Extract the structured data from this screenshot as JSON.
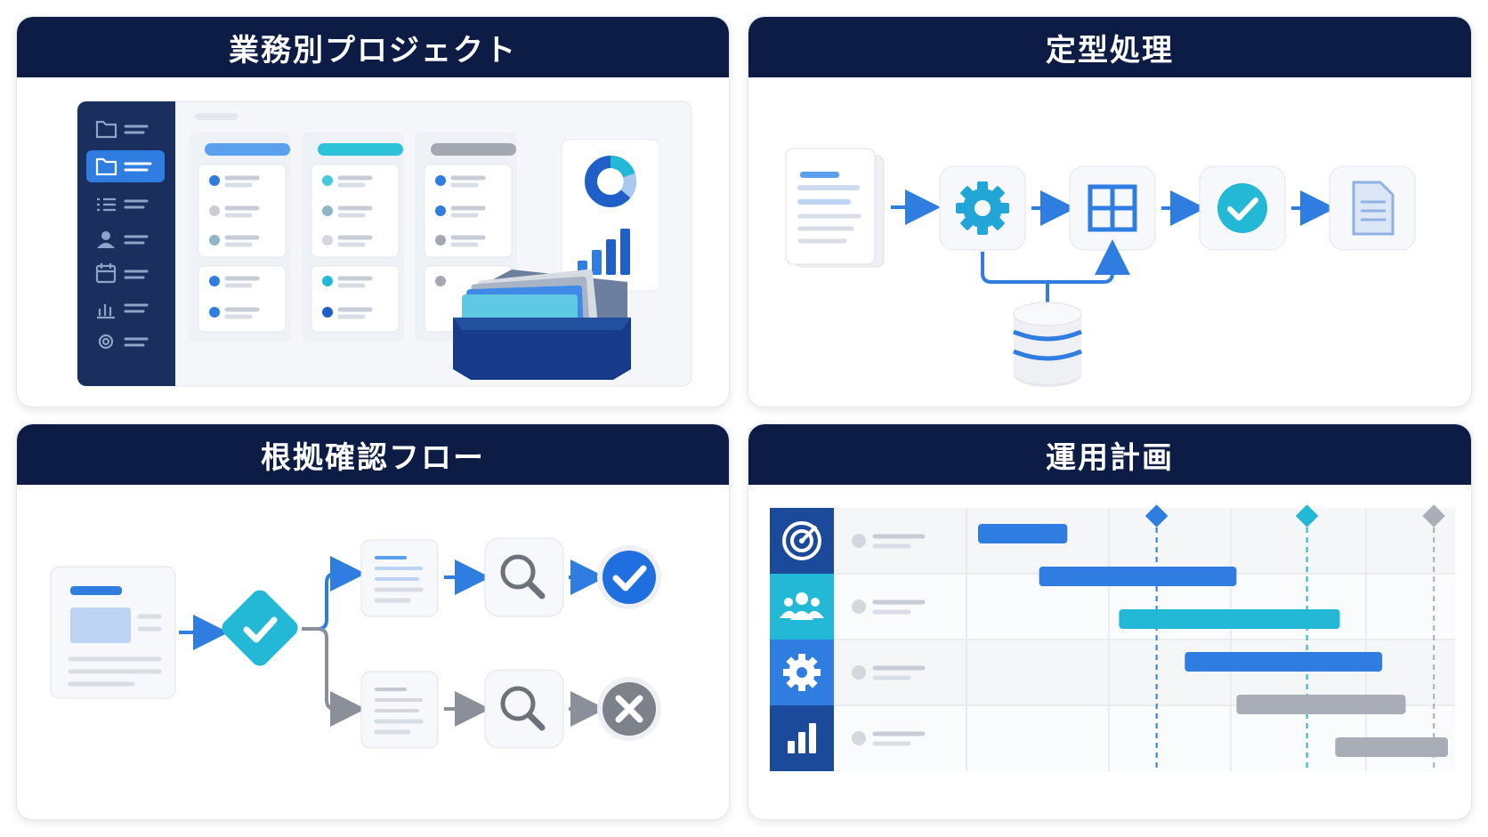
{
  "panels": {
    "projects": {
      "title": "業務別プロジェクト"
    },
    "routine": {
      "title": "定型処理"
    },
    "evidence": {
      "title": "根拠確認フロー"
    },
    "operations": {
      "title": "運用計画"
    }
  },
  "colors": {
    "header_bg": "#0c1c45",
    "accent_blue": "#2f7de1",
    "accent_teal": "#22b8d6",
    "neutral_gray": "#a9adb5",
    "sidebar_bg": "#1b2f5e"
  },
  "icons": {
    "projects_sidebar": [
      "folder-icon",
      "folder-icon",
      "list-icon",
      "user-icon",
      "calendar-icon",
      "bar-chart-icon",
      "gear-icon"
    ],
    "routine_flow": [
      "document-stack-icon",
      "gear-icon",
      "grid-icon",
      "check-circle-icon",
      "document-icon",
      "database-icon"
    ],
    "evidence_flow": [
      "document-icon",
      "check-diamond-icon",
      "document-icon",
      "search-icon",
      "check-circle-icon",
      "document-icon",
      "search-icon",
      "x-circle-icon"
    ],
    "operations_rows": [
      "target-icon",
      "users-icon",
      "gear-icon",
      "bar-chart-icon"
    ]
  },
  "schedule": {
    "bars": [
      {
        "row": 0,
        "start": 0.0,
        "end": 0.19,
        "color": "blue"
      },
      {
        "row": 1,
        "start": 0.13,
        "end": 0.55,
        "color": "blue"
      },
      {
        "row": 2,
        "start": 0.3,
        "end": 0.77,
        "color": "teal"
      },
      {
        "row": 3,
        "start": 0.44,
        "end": 0.86,
        "color": "blue"
      },
      {
        "row": 4,
        "start": 0.55,
        "end": 0.91,
        "color": "gray"
      },
      {
        "row": 5,
        "start": 0.76,
        "end": 1.0,
        "color": "gray"
      }
    ],
    "milestones": [
      {
        "at": 0.38,
        "color": "blue"
      },
      {
        "at": 0.7,
        "color": "teal"
      },
      {
        "at": 0.97,
        "color": "gray"
      }
    ]
  }
}
